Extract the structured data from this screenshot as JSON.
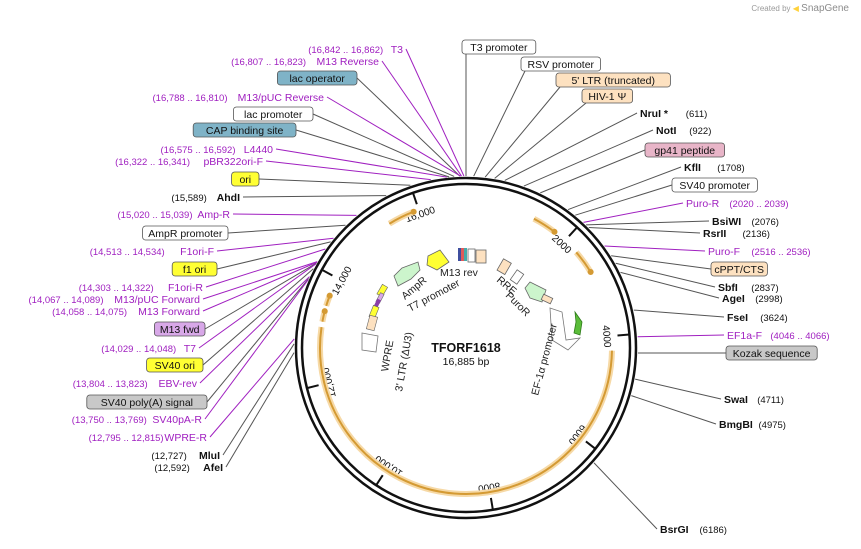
{
  "credit": {
    "prefix": "Created by",
    "brand": "SnapGene"
  },
  "plasmid": {
    "name": "TFORF1618",
    "length": "16,885 bp"
  },
  "colors": {
    "purple": "#a020c0",
    "orange": "#d9a441",
    "blue_box": "#7fb3c7",
    "yellow_box": "#ffff33",
    "gray_box": "#c8c8c8",
    "peach_box": "#fde1c0",
    "pink_box": "#e8b5c8",
    "violet_box": "#d8a8e8"
  },
  "features_top": [
    {
      "text": "T3 promoter"
    },
    {
      "text": "RSV promoter"
    },
    {
      "text": "5' LTR (truncated)"
    },
    {
      "text": "HIV-1 Ψ"
    }
  ],
  "right_labels": [
    {
      "name": "NruI *",
      "pos": "(611)"
    },
    {
      "name": "NotI",
      "pos": "(922)"
    },
    {
      "name": "gp41 peptide",
      "pos": ""
    },
    {
      "name": "KflI",
      "pos": "(1708)"
    },
    {
      "name": "SV40 promoter",
      "pos": ""
    },
    {
      "name": "Puro-R",
      "pos": "(2020 .. 2039)"
    },
    {
      "name": "BsiWI",
      "pos": "(2076)"
    },
    {
      "name": "RsrII",
      "pos": "(2136)"
    },
    {
      "name": "Puro-F",
      "pos": "(2516 .. 2536)"
    },
    {
      "name": "cPPT/CTS",
      "pos": ""
    },
    {
      "name": "SbfI",
      "pos": "(2837)"
    },
    {
      "name": "AgeI",
      "pos": "(2998)"
    },
    {
      "name": "FseI",
      "pos": "(3624)"
    },
    {
      "name": "EF1a-F",
      "pos": "(4046 .. 4066)"
    },
    {
      "name": "Kozak sequence",
      "pos": ""
    },
    {
      "name": "SwaI",
      "pos": "(4711)"
    },
    {
      "name": "BmgBI",
      "pos": "(4975)"
    },
    {
      "name": "BsrGI",
      "pos": "(6186)"
    }
  ],
  "left_labels": [
    {
      "name": "T3",
      "pos": "(16,842 .. 16,862)"
    },
    {
      "name": "M13 Reverse",
      "pos": "(16,807 .. 16,823)"
    },
    {
      "name": "lac operator",
      "pos": ""
    },
    {
      "name": "M13/pUC Reverse",
      "pos": "(16,788 .. 16,810)"
    },
    {
      "name": "lac promoter",
      "pos": ""
    },
    {
      "name": "CAP binding site",
      "pos": ""
    },
    {
      "name": "L4440",
      "pos": "(16,575 .. 16,592)"
    },
    {
      "name": "pBR322ori-F",
      "pos": "(16,322 .. 16,341)"
    },
    {
      "name": "ori",
      "pos": ""
    },
    {
      "name": "AhdI",
      "pos": "(15,589)"
    },
    {
      "name": "Amp-R",
      "pos": "(15,020 .. 15,039)"
    },
    {
      "name": "AmpR promoter",
      "pos": ""
    },
    {
      "name": "F1ori-F",
      "pos": "(14,513 .. 14,534)"
    },
    {
      "name": "f1 ori",
      "pos": ""
    },
    {
      "name": "F1ori-R",
      "pos": "(14,303 .. 14,322)"
    },
    {
      "name": "M13/pUC Forward",
      "pos": "(14,067 .. 14,089)"
    },
    {
      "name": "M13 Forward",
      "pos": "(14,058 .. 14,075)"
    },
    {
      "name": "M13 fwd",
      "pos": ""
    },
    {
      "name": "T7",
      "pos": "(14,029 .. 14,048)"
    },
    {
      "name": "SV40 ori",
      "pos": ""
    },
    {
      "name": "EBV-rev",
      "pos": "(13,804 .. 13,823)"
    },
    {
      "name": "SV40 poly(A) signal",
      "pos": ""
    },
    {
      "name": "SV40pA-R",
      "pos": "(13,750 .. 13,769)"
    },
    {
      "name": "WPRE-R",
      "pos": "(12,795 .. 12,815)"
    },
    {
      "name": "MluI",
      "pos": "(12,727)"
    },
    {
      "name": "AfeI",
      "pos": "(12,592)"
    }
  ],
  "inner_labels": {
    "m13rev": "M13 rev",
    "rre": "RRE",
    "puror": "PuroR",
    "ampr": "AmpR",
    "t7prom": "T7 promoter",
    "wpre": "WPRE",
    "ltr3": "3' LTR (ΔU3)",
    "ef1a": "EF-1α promoter"
  },
  "ticks": [
    {
      "value": 2000,
      "label": "2000"
    },
    {
      "value": 4000,
      "label": "4000"
    },
    {
      "value": 6000,
      "label": "6000"
    },
    {
      "value": 8000,
      "label": "8000"
    },
    {
      "value": 10000,
      "label": "10,000"
    },
    {
      "value": 12000,
      "label": "12,000"
    },
    {
      "value": 14000,
      "label": "14,000"
    },
    {
      "value": 16000,
      "label": "16,000"
    }
  ]
}
